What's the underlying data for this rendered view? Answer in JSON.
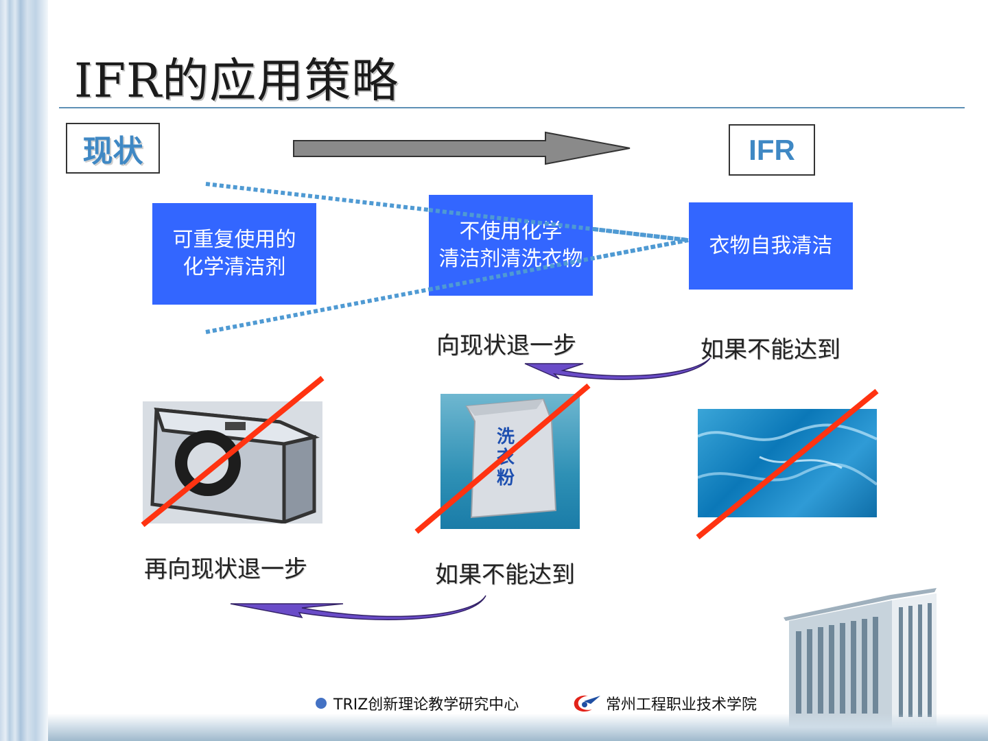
{
  "slide": {
    "title": "IFR的应用策略",
    "status_label": "现状",
    "ifr_label": "IFR",
    "boxes": [
      {
        "line1": "可重复使用的",
        "line2": "化学清洁剂"
      },
      {
        "line1": "不使用化学",
        "line2": "清洁剂清洗衣物"
      },
      {
        "line1": "衣物自我清洁",
        "line2": ""
      }
    ],
    "captions": {
      "step_back": "向现状退一步",
      "if_not_reach_top": "如果不能达到",
      "step_back_again": "再向现状退一步",
      "if_not_reach_bottom": "如果不能达到"
    },
    "bag_text": "洗衣粉"
  },
  "footer": {
    "center_name": "TRIZ创新理论教学研究中心",
    "college_name": "常州工程职业技术学院"
  },
  "colors": {
    "box_blue": "#3366ff",
    "label_blue": "#3f88c4",
    "cross_red": "#ff3311",
    "arrow_purple": "#6a4cc8"
  }
}
